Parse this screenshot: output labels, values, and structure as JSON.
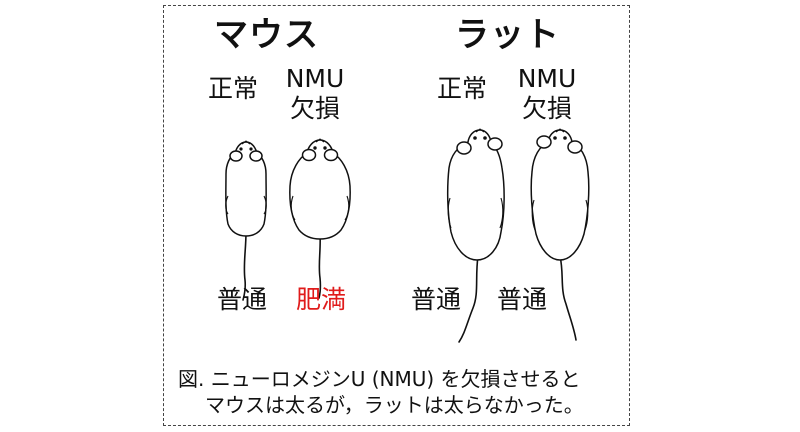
{
  "headings": {
    "mouse": "マウス",
    "rat": "ラット"
  },
  "labels": {
    "mouse_normal": "正常",
    "mouse_nmu": [
      "NMU",
      "欠損"
    ],
    "rat_normal": "正常",
    "rat_nmu": [
      "NMU",
      "欠損"
    ]
  },
  "outcomes": {
    "mouse_normal": "普通",
    "mouse_nmu": "肥満",
    "rat_normal": "普通",
    "rat_nmu": "普通"
  },
  "caption": {
    "line1": "図. ニューロメジンU (NMU) を欠損させると",
    "line2": "マウスは太るが，ラットは太らなかった。"
  },
  "colors": {
    "obese_text": "#e01b1b",
    "frame": "#444444"
  }
}
